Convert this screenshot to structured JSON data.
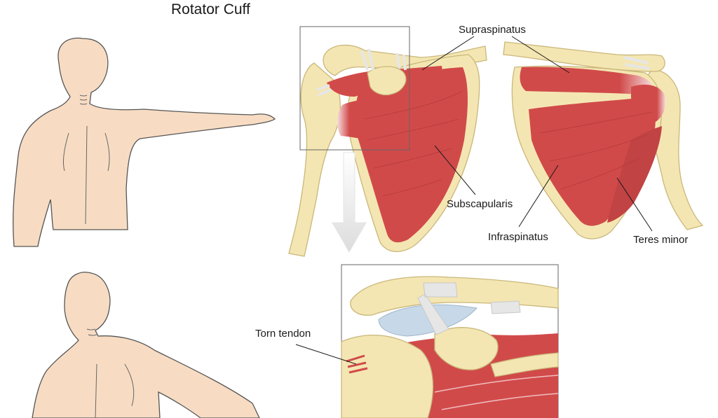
{
  "title": "Rotator Cuff",
  "labels": {
    "supraspinatus": "Supraspinatus",
    "subscapularis": "Subscapularis",
    "infraspinatus": "Infraspinatus",
    "teres_minor": "Teres minor",
    "torn_tendon": "Torn tendon"
  },
  "colors": {
    "skin": "#f7dcc3",
    "bone": "#f4e6b2",
    "bone_outline": "#c9b77a",
    "muscle": "#d14a4a",
    "tendon": "#e6e6e6",
    "bursa": "#c7d8e8",
    "outline": "#555555"
  }
}
